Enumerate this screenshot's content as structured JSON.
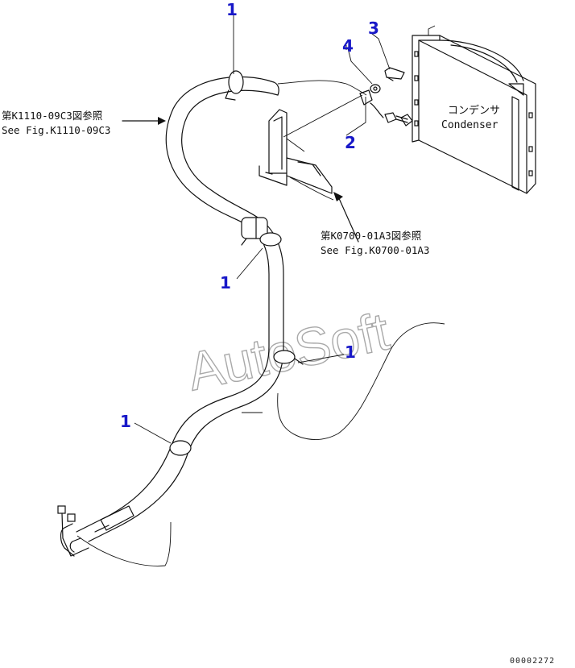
{
  "callouts": {
    "top": "1",
    "bolt": "3",
    "washer": "4",
    "bracket": "2",
    "upper_mid": "1",
    "mid_right": "1",
    "lower_left": "1"
  },
  "references": {
    "left_jp": "第K1110-09C3図参照",
    "left_en": "See Fig.K1110-09C3",
    "right_jp": "第K0700-01A3図参照",
    "right_en": "See Fig.K0700-01A3"
  },
  "condenser": {
    "label_jp": "コンデンサ",
    "label_en": "Condenser"
  },
  "watermark": "AutoSoft",
  "drawing_code": "00002272"
}
